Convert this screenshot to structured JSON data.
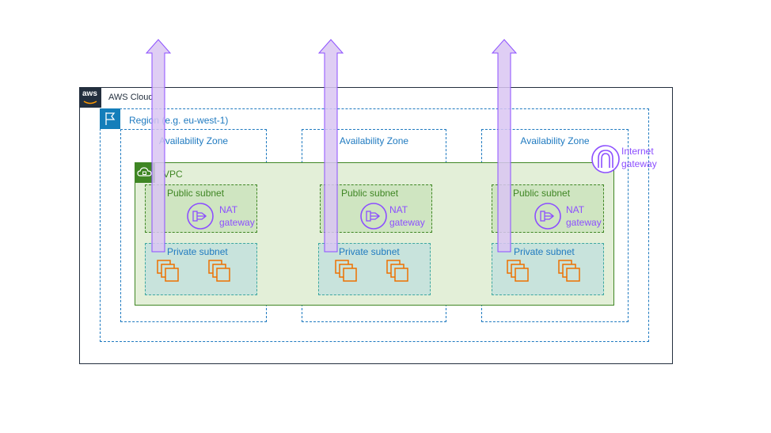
{
  "aws_cloud": {
    "label": "AWS Cloud",
    "logo_text": "aws"
  },
  "region": {
    "label": "Region (e.g. eu-west-1)"
  },
  "availability_zones": [
    {
      "label": "Availability Zone"
    },
    {
      "label": "Availability Zone"
    },
    {
      "label": "Availability Zone"
    }
  ],
  "vpc": {
    "label": "VPC"
  },
  "public_subnets": [
    {
      "label": "Public subnet",
      "nat_line1": "NAT",
      "nat_line2": "gateway"
    },
    {
      "label": "Public subnet",
      "nat_line1": "NAT",
      "nat_line2": "gateway"
    },
    {
      "label": "Public subnet",
      "nat_line1": "NAT",
      "nat_line2": "gateway"
    }
  ],
  "private_subnets": [
    {
      "label": "Private subnet"
    },
    {
      "label": "Private subnet"
    },
    {
      "label": "Private subnet"
    }
  ],
  "internet_gateway": {
    "line1": "Internet",
    "line2": "gateway"
  },
  "colors": {
    "aws_dark": "#232f3e",
    "region_blue": "#1f7ac0",
    "vpc_green": "#3f8624",
    "nat_purple": "#8c4fff",
    "ec2_orange": "#ed7100",
    "arrow_fill": "#d9c6f2"
  }
}
